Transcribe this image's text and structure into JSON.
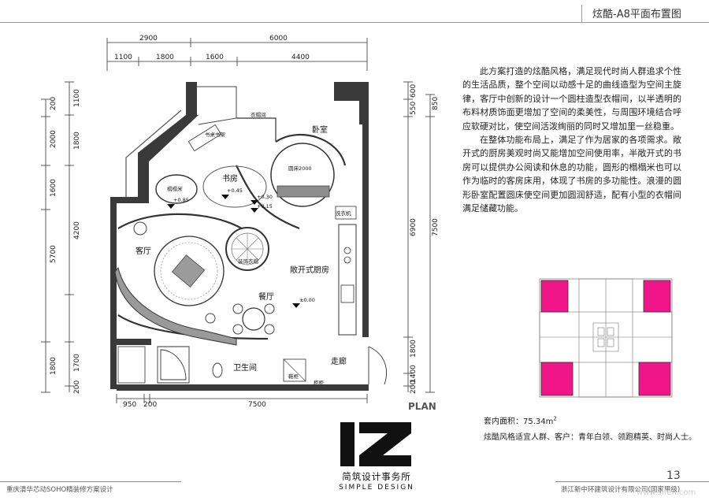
{
  "header": {
    "title": "炫酷-A8平面布置图"
  },
  "description": {
    "p1": "此方案打造的炫酷风格，满足现代时尚人群追求个性的生活品质，整个空间以动感十足的曲线造型为空间主旋律，客厅中创新的设计一个圆柱造型衣帽间，以半透明的布料材质饰面更增加了空间的柔美性，与周围环境结合呼应软硬对比，使空间活泼绚丽的同时又增加里一丝稳重。",
    "p2": "在整体功能布局上，满足了作为居家的各项需求。敞开式的厨房美观时尚又能增加空间使用率，半敞开式的书房可以提供办公阅读和休息的功能，圆形的榻榻米也可以作为临时的客房床用，体现了书房的多功能性。浪漫的圆形卧室配置圆床使空间更加圆润舒适，配有小型的衣帽间满足储藏功能。"
  },
  "area": {
    "label": "套内面积：",
    "value": "75.34m",
    "sup": "2"
  },
  "target": "炫酷风格适宜人群、客户：青年白领、领跑精英、时尚人士。",
  "logo": {
    "mark": "IZ",
    "name": "简筑设计事务所",
    "en": "SIMPLE DESIGN"
  },
  "footer": {
    "left": "重庆清华芯动SOHO精装修方案设计",
    "right": "浙江新中环建筑设计有限公司(国家甲级)",
    "page": "13",
    "watermark": "www.sifen.com"
  },
  "plan": {
    "plan_label": "PLAN",
    "dims": {
      "top_row1": [
        "2900",
        "6000"
      ],
      "top_row2": [
        "1100",
        "1800",
        "1600",
        "4400"
      ],
      "bottom": [
        "950",
        "200",
        "7500"
      ],
      "left_outer": [
        "200",
        "2000",
        "1600",
        "5700",
        "1800"
      ],
      "left_inner": [
        "1100",
        "1800",
        "4200",
        "1700",
        "200"
      ],
      "right_inner": [
        "600",
        "550",
        "6900",
        "1800",
        "1400",
        "200"
      ],
      "right_outer": [
        "850",
        "7500"
      ]
    },
    "rooms": {
      "bedroom": "卧室",
      "study": "书房",
      "living": "客厅",
      "dining": "餐厅",
      "kitchen": "敞开式厨房",
      "bath": "卫生间",
      "corridor": "走廊",
      "tatami": "榻榻米",
      "round_bed": "圆床2000",
      "cloakroom": "衣帽间",
      "bookshelf": "书桌书架",
      "washer": "洗衣机",
      "dressing": "装饰衣帽",
      "shoe": "鞋柜",
      "closet": "柜柜"
    },
    "levels": {
      "tatami": "+0.85",
      "study": "+0.45",
      "step1": "+0.30",
      "step2": "+0.15",
      "floor": "±0.00"
    }
  }
}
